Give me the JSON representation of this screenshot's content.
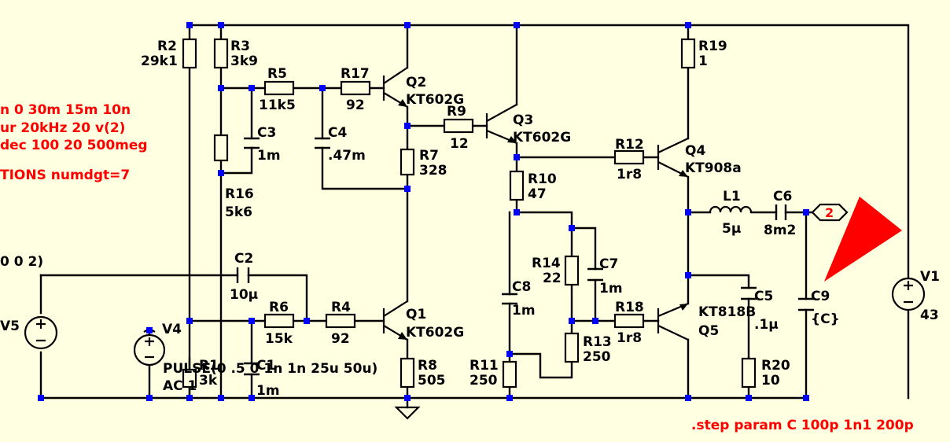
{
  "directives": {
    "tran": "n 0 30m 15m 10n",
    "four": "ur 20kHz 20 v(2)",
    "ac": "dec 100 20 500meg",
    "options": "TIONS numdgt=7",
    "step": ".step param C 100p 1n1 200p",
    "v5_partial": "0 0 2)"
  },
  "net_label": "2",
  "components": {
    "R1": {
      "ref": "R1",
      "value": "3k"
    },
    "R2": {
      "ref": "R2",
      "value": "29k1"
    },
    "R3": {
      "ref": "R3",
      "value": "3k9"
    },
    "R4": {
      "ref": "R4",
      "value": "92"
    },
    "R5": {
      "ref": "R5",
      "value": "11k5"
    },
    "R6": {
      "ref": "R6",
      "value": "15k"
    },
    "R7": {
      "ref": "R7",
      "value": "328"
    },
    "R8": {
      "ref": "R8",
      "value": "505"
    },
    "R9": {
      "ref": "R9",
      "value": "12"
    },
    "R10": {
      "ref": "R10",
      "value": "47"
    },
    "R11": {
      "ref": "R11",
      "value": "250"
    },
    "R12": {
      "ref": "R12",
      "value": "1r8"
    },
    "R13": {
      "ref": "R13",
      "value": "250"
    },
    "R14": {
      "ref": "R14",
      "value": "22"
    },
    "R16": {
      "ref": "R16",
      "value": "5k6"
    },
    "R17": {
      "ref": "R17",
      "value": "92"
    },
    "R18": {
      "ref": "R18",
      "value": "1r8"
    },
    "R19": {
      "ref": "R19",
      "value": "1"
    },
    "R20": {
      "ref": "R20",
      "value": "10"
    },
    "C1": {
      "ref": "C1",
      "value": "1m"
    },
    "C2": {
      "ref": "C2",
      "value": "10µ"
    },
    "C3": {
      "ref": "C3",
      "value": "1m"
    },
    "C4": {
      "ref": "C4",
      "value": ".47m"
    },
    "C5": {
      "ref": "C5",
      "value": ".1µ"
    },
    "C6": {
      "ref": "C6",
      "value": "8m2"
    },
    "C7": {
      "ref": "C7",
      "value": "1m"
    },
    "C8": {
      "ref": "C8",
      "value": "1m"
    },
    "C9": {
      "ref": "C9",
      "value": "{C}"
    },
    "L1": {
      "ref": "L1",
      "value": "5µ"
    },
    "Q1": {
      "ref": "Q1",
      "value": "KT602G"
    },
    "Q2": {
      "ref": "Q2",
      "value": "KT602G"
    },
    "Q3": {
      "ref": "Q3",
      "value": "KT602G"
    },
    "Q4": {
      "ref": "Q4",
      "value": "KT908a"
    },
    "Q5": {
      "ref": "Q5",
      "value": "KT818B"
    },
    "V1": {
      "ref": "V1",
      "value": "43"
    },
    "V4": {
      "ref": "V4",
      "pulse": "PULSE(0 .5 0 1n 1n 25u 50u)",
      "ac": "AC 1"
    },
    "V5": {
      "ref": "V5"
    }
  },
  "colors": {
    "background": "#ffffe1",
    "wire": "#000000",
    "junction": "#0000ff",
    "directive": "#ff0000",
    "cursor": "#ff0000"
  }
}
